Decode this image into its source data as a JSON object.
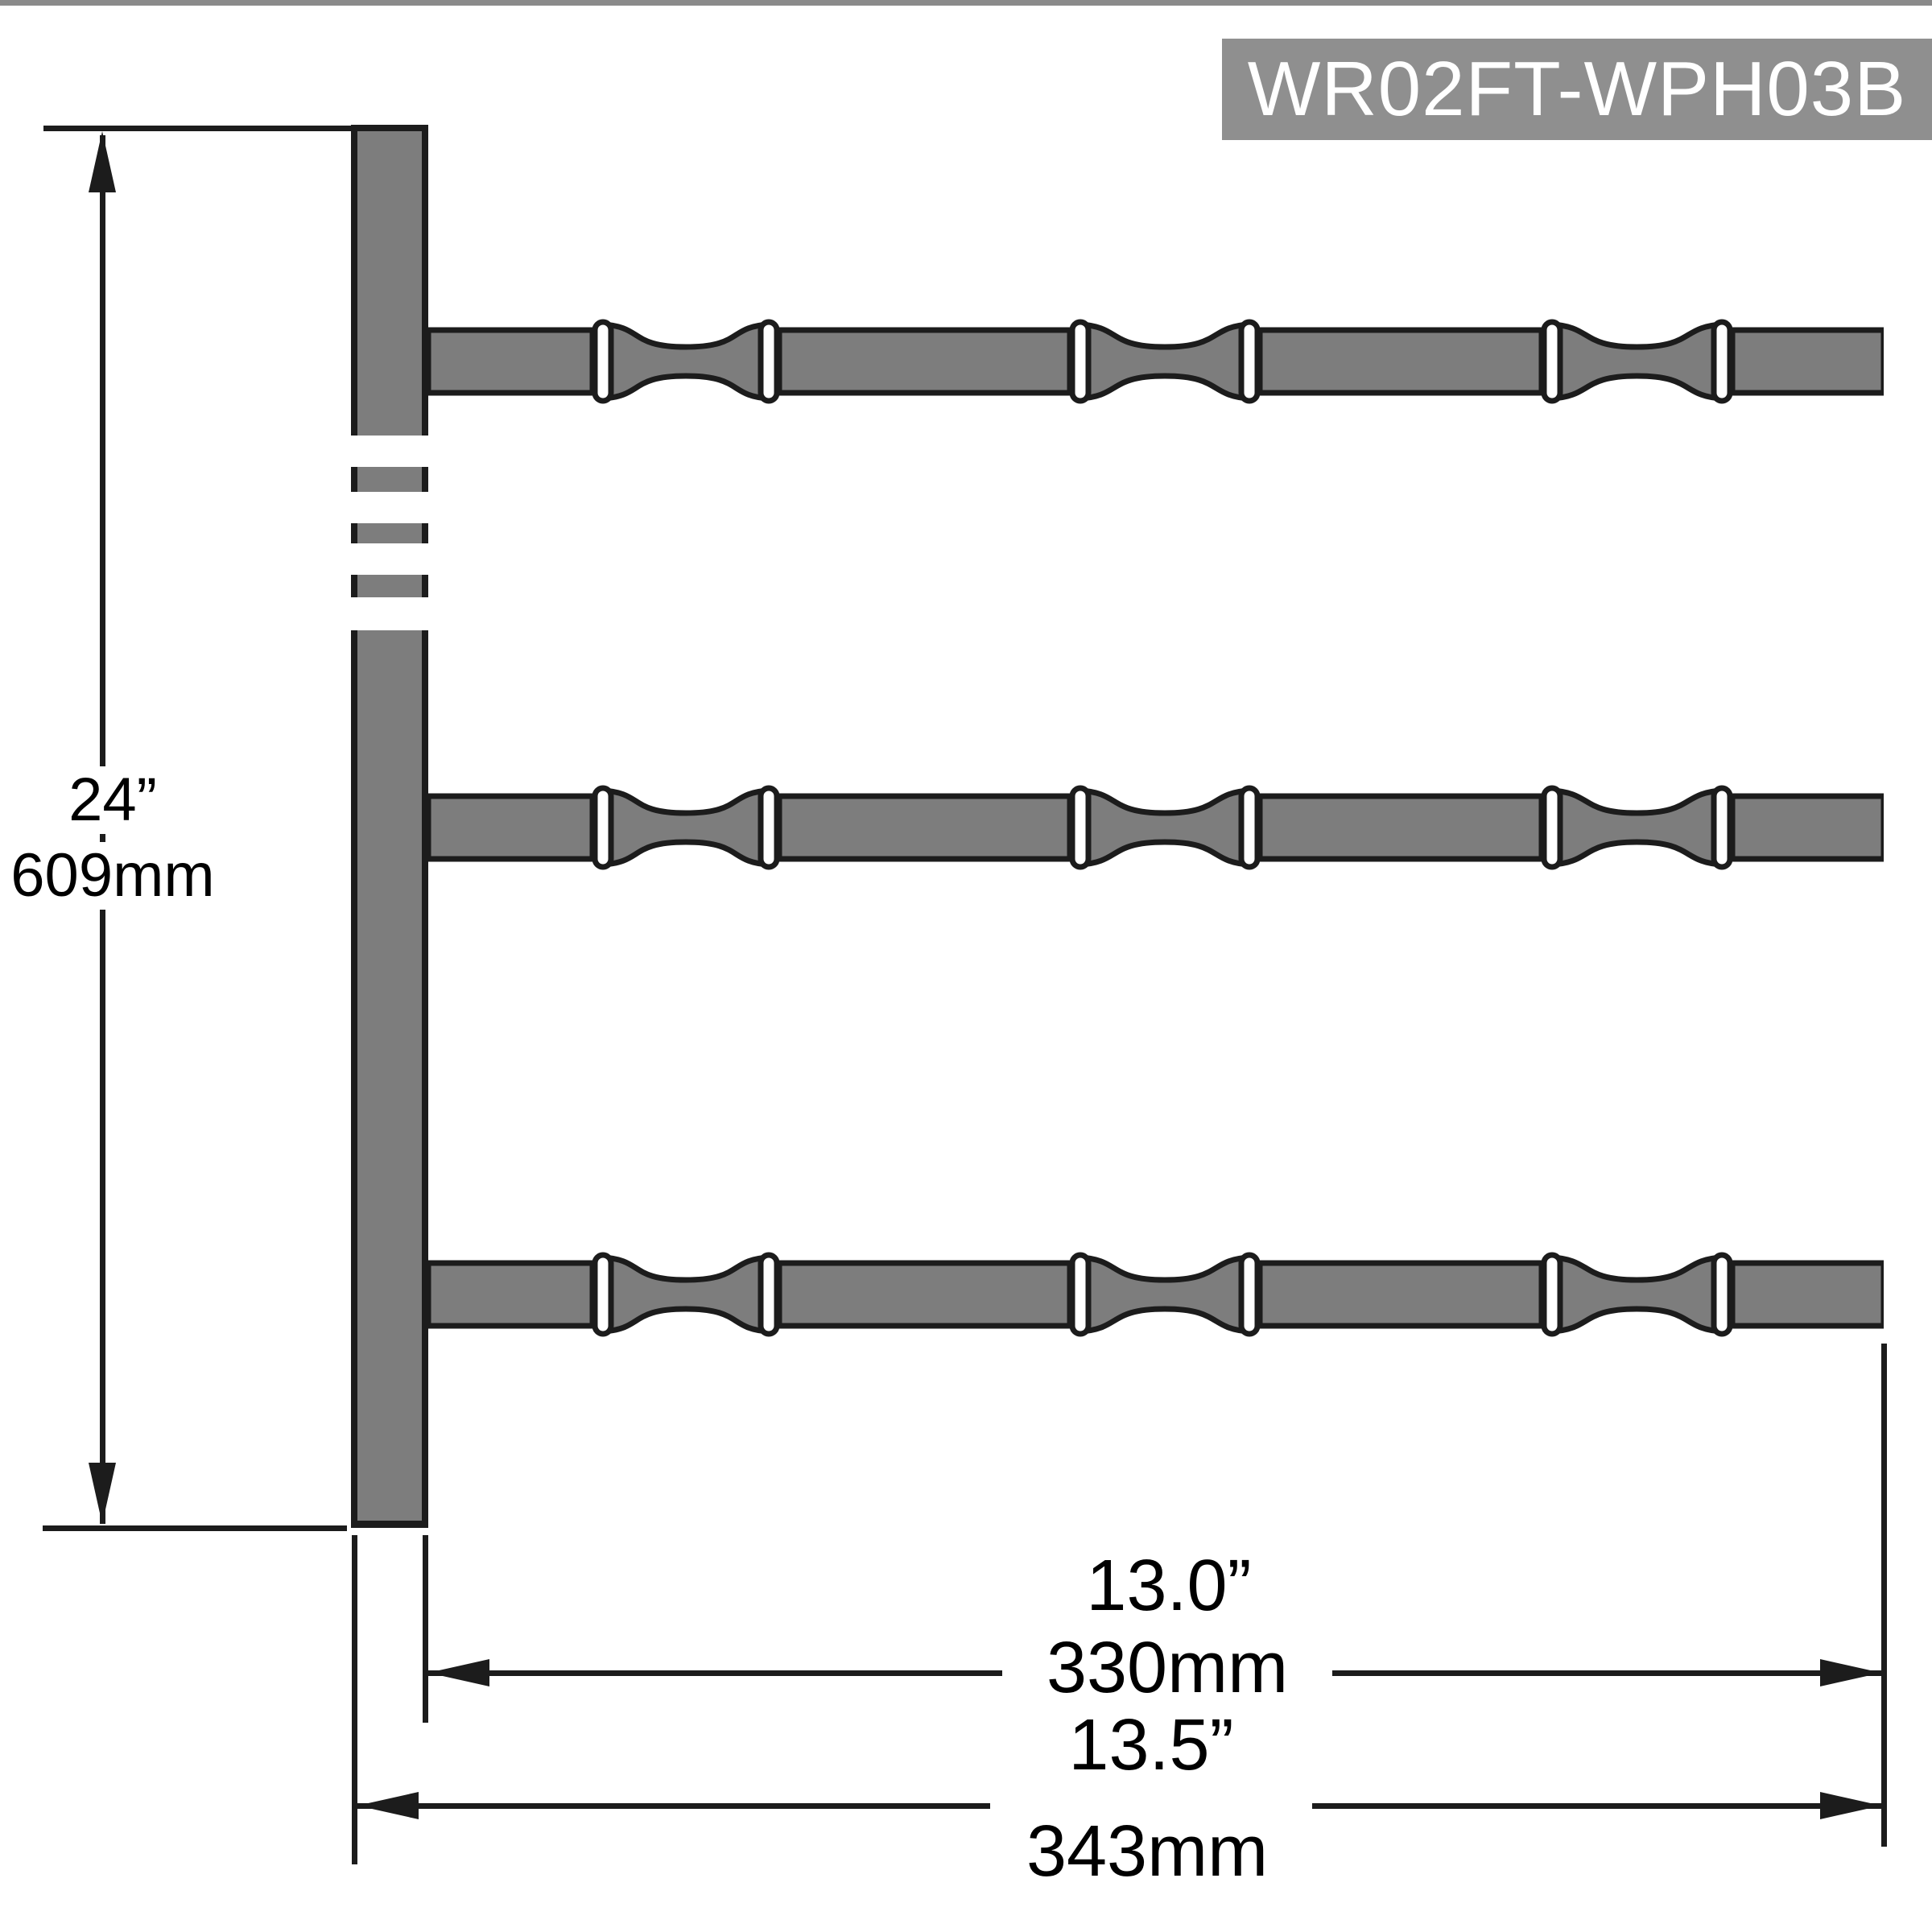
{
  "model_badge": {
    "text": "WR02FT-WPH03B"
  },
  "dimensions": {
    "height_in": "24”",
    "height_mm": "609mm",
    "arm_length_in": "13.0”",
    "arm_length_mm": "330mm",
    "depth_in": "13.5”",
    "depth_mm": "343mm"
  },
  "figure": {
    "arm_count": 3,
    "spools_per_arm": 3
  },
  "colors": {
    "metal_gray": "#7d7d7d",
    "badge_gray": "#8f8f8f",
    "stripe_gray": "#8a8a8a",
    "line_black": "#1c1c1c",
    "ring_white": "#ffffff"
  }
}
